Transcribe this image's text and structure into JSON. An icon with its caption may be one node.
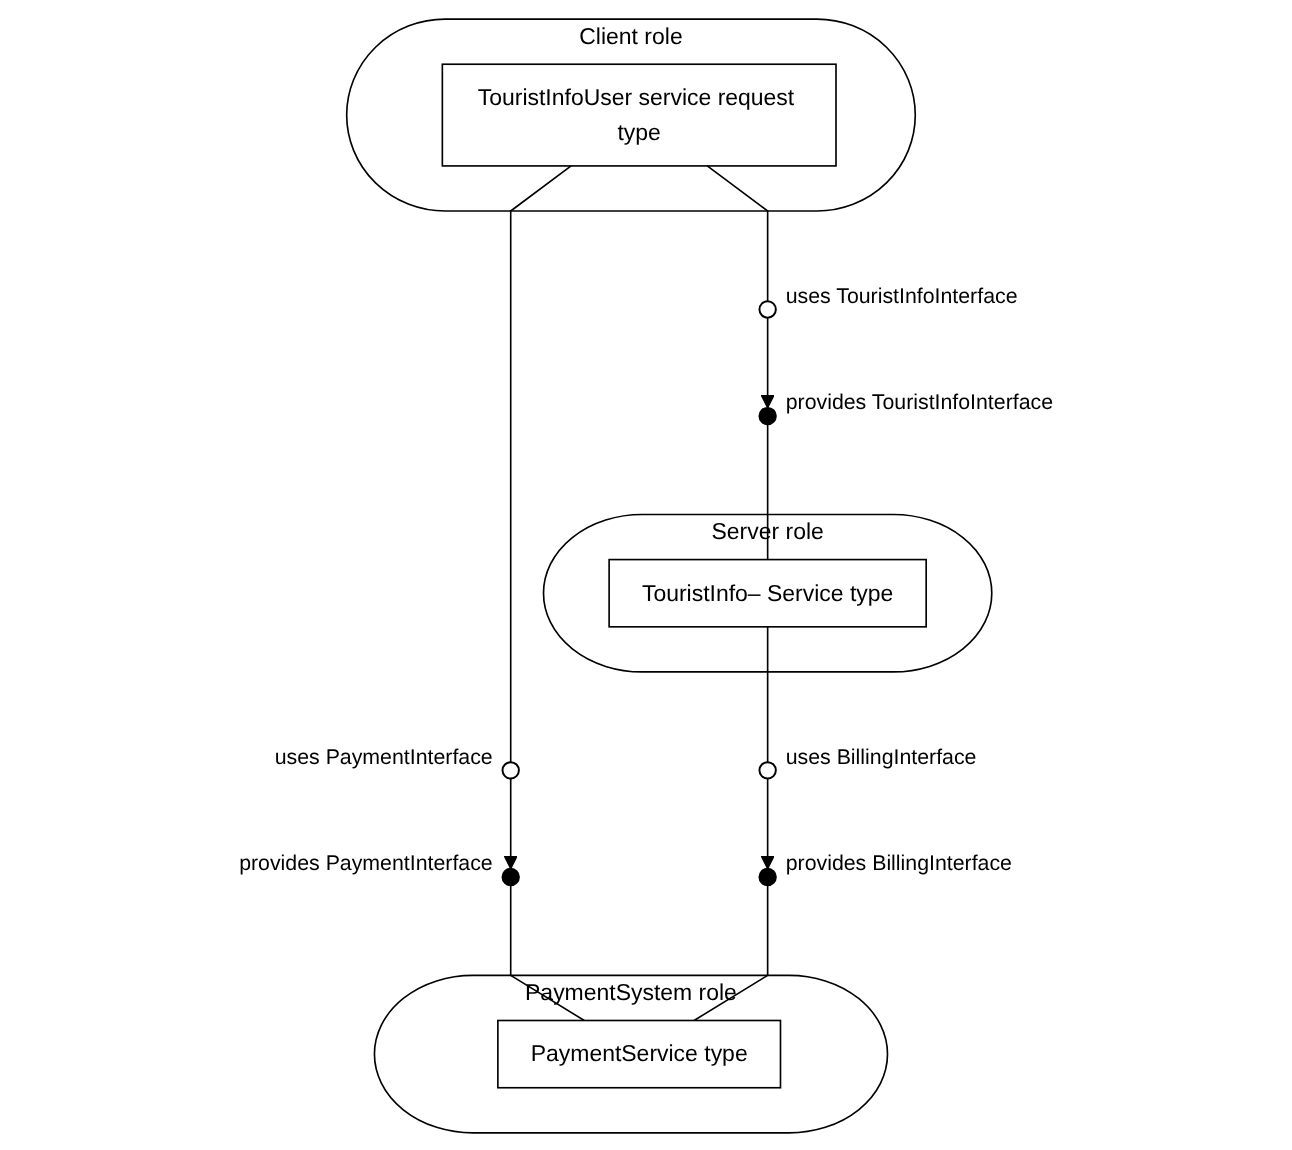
{
  "diagram": {
    "nodes": [
      {
        "text": [
          "Client role"
        ]
      },
      {
        "text": [
          "TouristInfoUser service request type"
        ],
        "in": 0
      },
      {
        "text": [
          "Server role"
        ]
      },
      {
        "text": [
          "TouristInfo– Service type"
        ],
        "in": 2
      },
      {
        "text": [
          "PaymentSystem role"
        ]
      },
      {
        "text": [
          "PaymentService type"
        ],
        "in": 4
      },
      {
        "text": [],
        "shape": "circle",
        "beside": [
          "uses TouristInfoInterface"
        ]
      },
      {
        "text": [],
        "shape": "circle",
        "beside": [
          "provides TouristInfoInterface"
        ]
      },
      {
        "text": [],
        "shape": "circle",
        "beside": [
          "uses PaymentInterface"
        ]
      },
      {
        "text": [],
        "shape": "circle",
        "beside": [
          "uses BillingInterface"
        ]
      },
      {
        "text": [],
        "shape": "circle",
        "beside": [
          "provides PaymentInterface"
        ]
      },
      {
        "text": [],
        "shape": "circle",
        "beside": [
          "provides BillingInterface"
        ]
      }
    ],
    "edges": [
      {
        "from": 1,
        "to": 6,
        "arrow": "none"
      },
      {
        "from": 6,
        "to": 7,
        "arrow": "to"
      },
      {
        "from": 7,
        "to": 3,
        "arrow": "none"
      },
      {
        "from": 1,
        "to": 8,
        "arrow": "none"
      },
      {
        "from": 3,
        "to": 9,
        "arrow": "none"
      },
      {
        "from": 8,
        "to": 10,
        "arrow": "to"
      },
      {
        "from": 9,
        "to": 11,
        "arrow": "to"
      },
      {
        "from": 10,
        "to": 5,
        "arrow": "none"
      },
      {
        "from": 11,
        "to": 5,
        "arrow": "none"
      }
    ]
  }
}
